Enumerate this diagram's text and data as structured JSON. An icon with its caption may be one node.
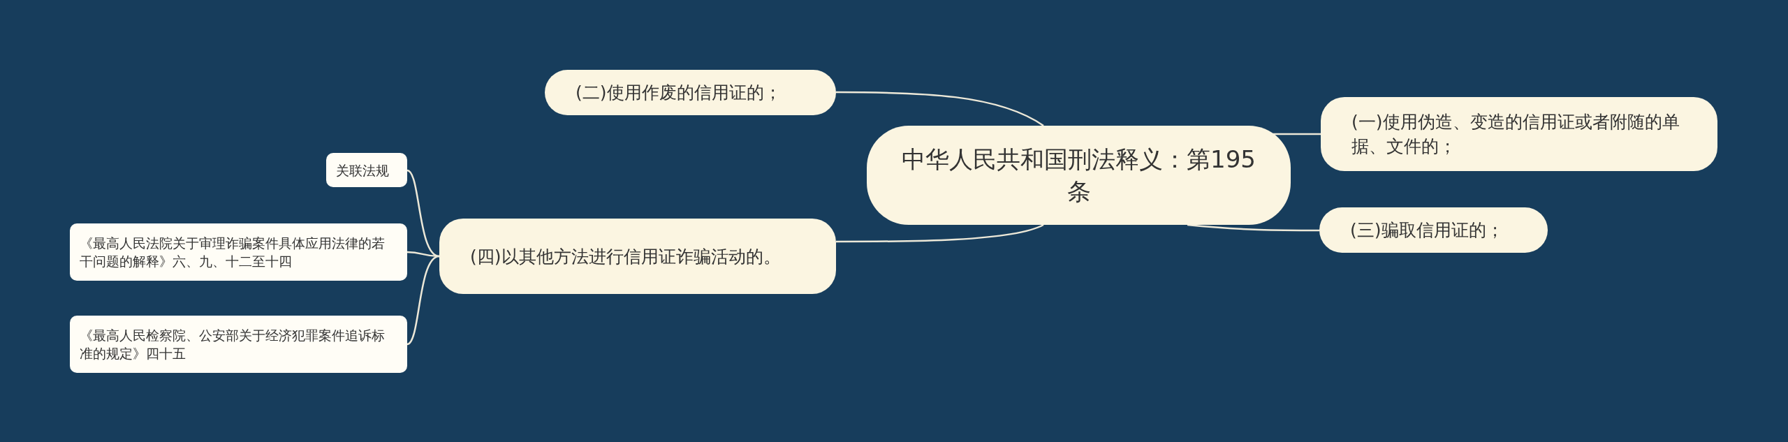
{
  "diagram": {
    "nodes": [
      {
        "text": [
          "中华人民共和国刑法释义：第195条"
        ]
      },
      {
        "text": [
          "(二)使用作废的信用证的；"
        ]
      },
      {
        "text": [
          "(一)使用伪造、变造的信用证或者附随的单据、文件的；"
        ]
      },
      {
        "text": [
          "(三)骗取信用证的；"
        ]
      },
      {
        "text": [
          "(四)以其他方法进行信用证诈骗活动的。"
        ]
      },
      {
        "text": [
          "关联法规"
        ]
      },
      {
        "text": [
          "《最高人民法院关于审理诈骗案件具体应用法律的若干问题的解释》六、九、十二至十四"
        ]
      },
      {
        "text": [
          "《最高人民检察院、公安部关于经济犯罪案件追诉标准的规定》四十五"
        ]
      }
    ],
    "edges": [
      {
        "from": 0,
        "to": 1,
        "arrow": "none"
      },
      {
        "from": 0,
        "to": 2,
        "arrow": "none"
      },
      {
        "from": 0,
        "to": 3,
        "arrow": "none"
      },
      {
        "from": 0,
        "to": 4,
        "arrow": "none"
      },
      {
        "from": 4,
        "to": 5,
        "arrow": "none"
      },
      {
        "from": 4,
        "to": 6,
        "arrow": "none"
      },
      {
        "from": 4,
        "to": 7,
        "arrow": "none"
      }
    ]
  }
}
